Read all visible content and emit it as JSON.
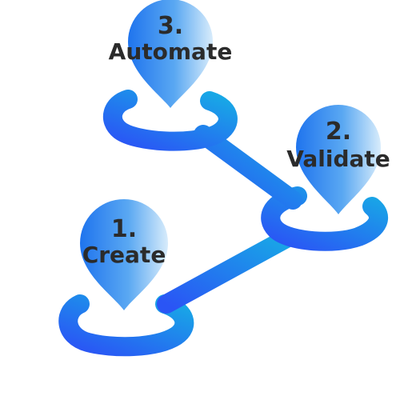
{
  "steps": [
    {
      "number": "1.",
      "label": "Create"
    },
    {
      "number": "2.",
      "label": "Validate"
    },
    {
      "number": "3.",
      "label": "Automate"
    }
  ],
  "colors": {
    "path_start": "#2a55f5",
    "path_end": "#18a8e6",
    "pin_dark": "#1f74ee",
    "pin_light": "#d8ecfb",
    "text": "#2b2b2b"
  }
}
